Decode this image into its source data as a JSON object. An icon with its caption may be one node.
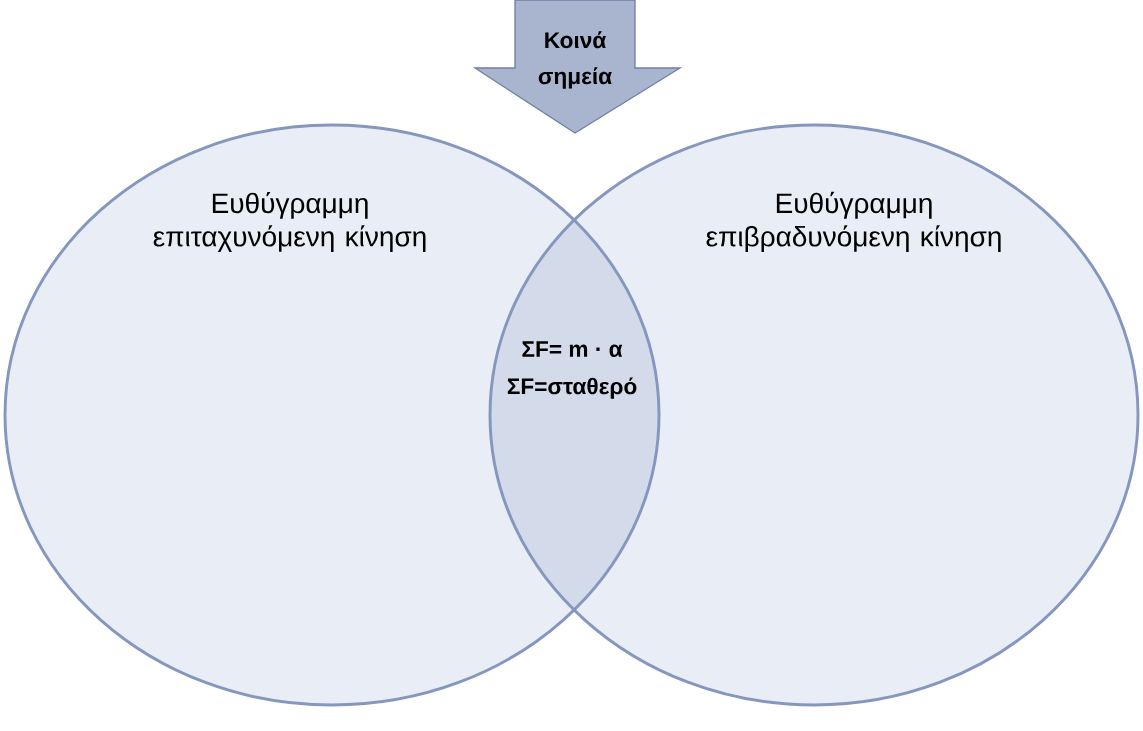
{
  "diagram": {
    "nodes": [
      {
        "text": [
          "Κοινά σημεία"
        ]
      },
      {
        "text": [
          "Ευθύγραμμη επιταχυνόμενη κίνηση"
        ]
      },
      {
        "text": [
          "Ευθύγραμμη επιβραδυνόμενη κίνηση"
        ]
      },
      {
        "text": [
          "ΣF= m · α",
          "ΣF=σταθερό"
        ]
      }
    ]
  }
}
